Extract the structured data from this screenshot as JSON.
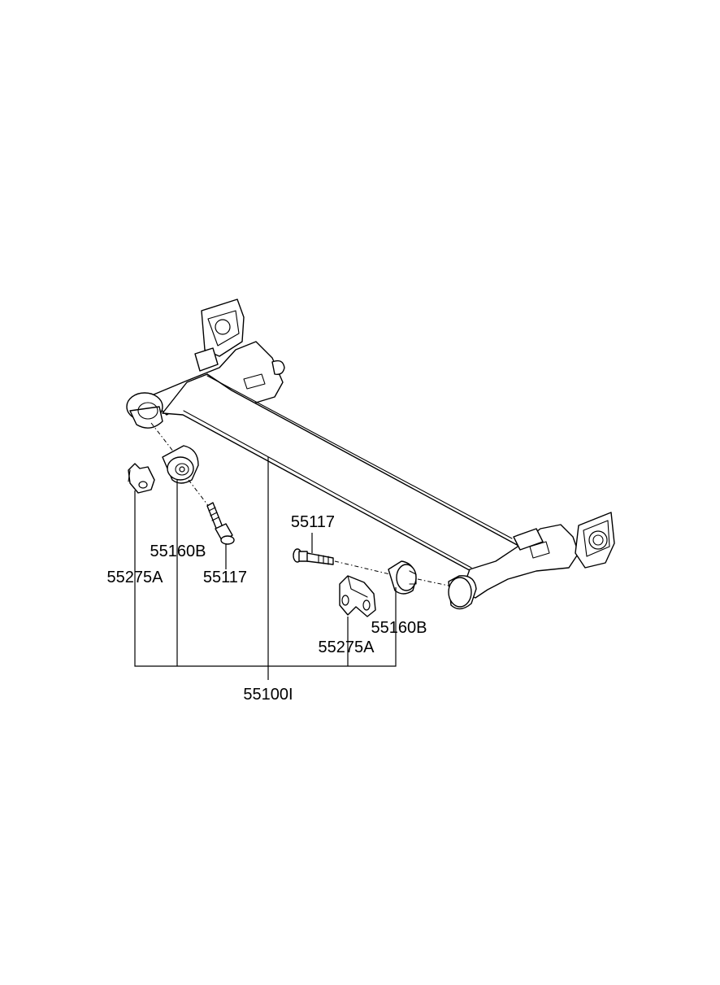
{
  "callouts": {
    "assembly": "55100I",
    "bolt_left": "55117",
    "bolt_right": "55117",
    "bushing_left": "55160B",
    "bushing_right": "55160B",
    "bracket_left": "55275A",
    "bracket_right": "55275A"
  },
  "colors": {
    "line": "#000000",
    "background": "#ffffff"
  }
}
